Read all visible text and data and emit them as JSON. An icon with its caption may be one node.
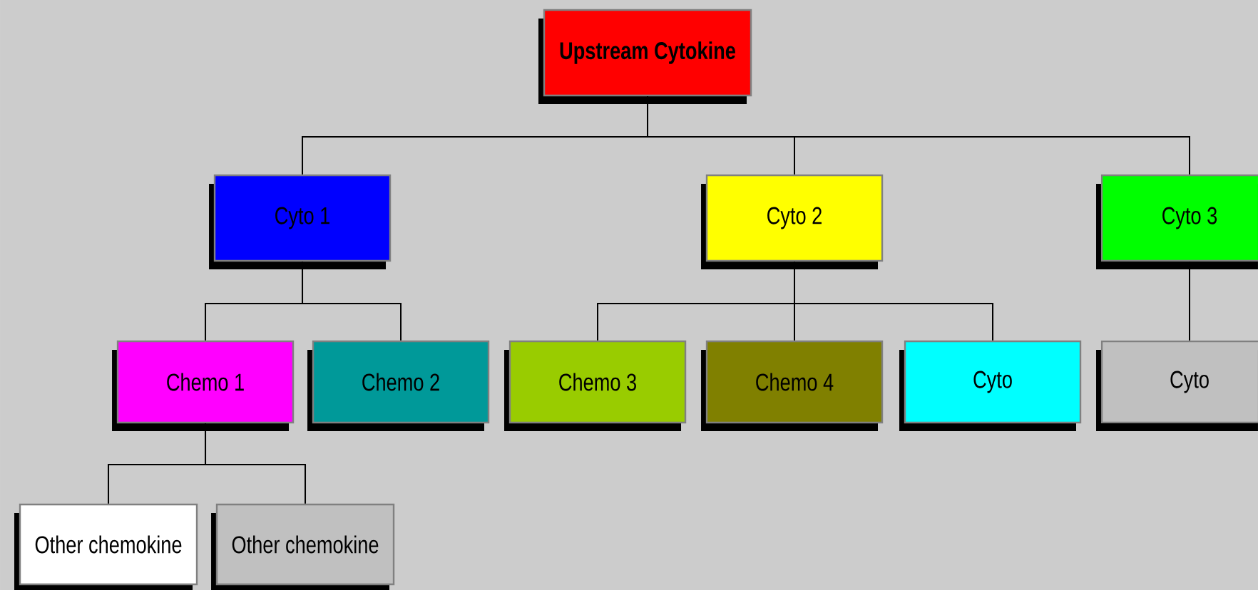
{
  "diagram": {
    "nodes": [
      {
        "text": [
          "**Upstream Cytokine**"
        ]
      },
      {
        "text": [
          "Cyto 1"
        ]
      },
      {
        "text": [
          "Cyto 2"
        ]
      },
      {
        "text": [
          "Cyto 3"
        ]
      },
      {
        "text": [
          "Chemo 1"
        ]
      },
      {
        "text": [
          "Chemo 2"
        ]
      },
      {
        "text": [
          "Chemo 3"
        ]
      },
      {
        "text": [
          "Chemo 4"
        ]
      },
      {
        "text": [
          "Cyto"
        ]
      },
      {
        "text": [
          "Cyto"
        ]
      },
      {
        "text": [
          "Other chemokine"
        ]
      },
      {
        "text": [
          "Other chemokine"
        ]
      }
    ],
    "edges": [
      {
        "from": 0,
        "to": 1,
        "arrow": "none"
      },
      {
        "from": 0,
        "to": 2,
        "arrow": "none"
      },
      {
        "from": 0,
        "to": 3,
        "arrow": "none"
      },
      {
        "from": 1,
        "to": 4,
        "arrow": "none"
      },
      {
        "from": 1,
        "to": 5,
        "arrow": "none"
      },
      {
        "from": 2,
        "to": 6,
        "arrow": "none"
      },
      {
        "from": 2,
        "to": 7,
        "arrow": "none"
      },
      {
        "from": 2,
        "to": 8,
        "arrow": "none"
      },
      {
        "from": 3,
        "to": 9,
        "arrow": "none"
      },
      {
        "from": 4,
        "to": 10,
        "arrow": "none"
      },
      {
        "from": 4,
        "to": 11,
        "arrow": "none"
      }
    ]
  }
}
